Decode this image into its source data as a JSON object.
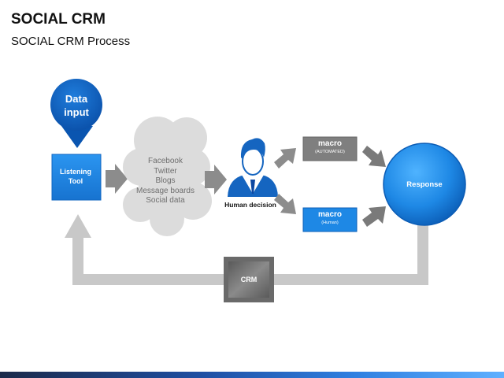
{
  "header": {
    "title": "SOCIAL CRM",
    "subtitle": "SOCIAL CRM Process"
  },
  "nodes": {
    "data_input": "Data input",
    "listening_tool": "Listening Tool",
    "cloud_items": [
      "Facebook",
      "Twitter",
      "Blogs",
      "Message boards",
      "Social data"
    ],
    "human_decision": "Human decision",
    "macro_automated": {
      "label": "macro",
      "sub": "(AUTOMATED)"
    },
    "macro_human": {
      "label": "macro",
      "sub": "(Human)"
    },
    "response": "Response",
    "crm": "CRM"
  },
  "colors": {
    "blue": "#1e88e5",
    "dark_blue": "#0d5fb8",
    "grey_box": "#7f7f7f",
    "arrow_grey": "#8c8c8c",
    "cloud": "#d9d9d9",
    "person": "#1565c0"
  }
}
